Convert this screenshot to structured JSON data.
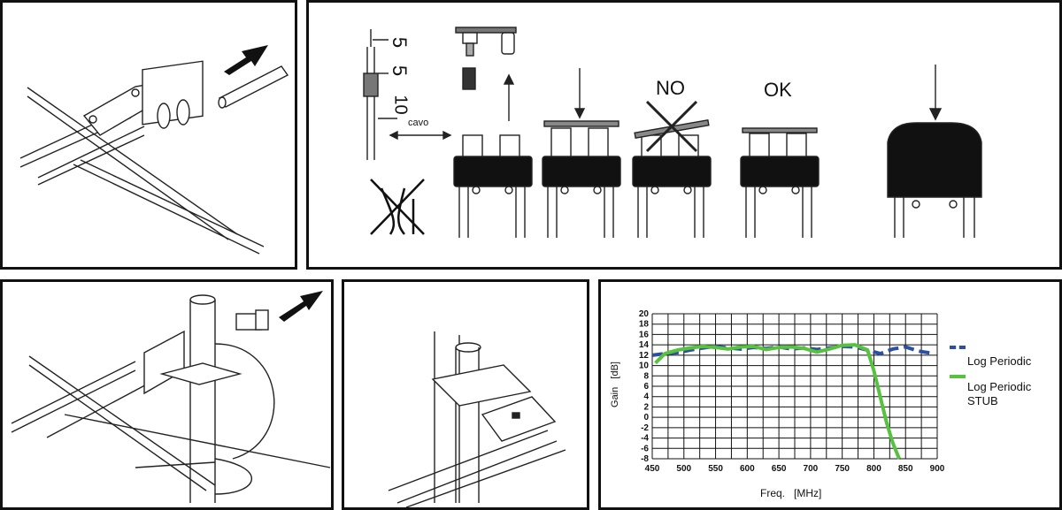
{
  "panel_assembly": {
    "dims": [
      "5",
      "5",
      "10"
    ],
    "cable_label": "cavo",
    "no_label": "NO",
    "ok_label": "OK"
  },
  "chart_data": {
    "type": "line",
    "xlabel": "Freq.   [MHz]",
    "ylabel": "Gain   [dB]",
    "xlim": [
      450,
      900
    ],
    "ylim": [
      -8,
      20
    ],
    "xticks": [
      450,
      500,
      550,
      600,
      650,
      700,
      750,
      800,
      850,
      900
    ],
    "yticks": [
      -8,
      -6,
      -4,
      -2,
      0,
      2,
      4,
      6,
      8,
      10,
      12,
      14,
      16,
      18,
      20
    ],
    "grid": true,
    "legend_position": "right",
    "series": [
      {
        "name": "Log Periodic",
        "color": "#2d4fa0",
        "style": "dashed",
        "x": [
          450,
          470,
          490,
          510,
          530,
          550,
          570,
          590,
          610,
          630,
          650,
          670,
          690,
          710,
          730,
          750,
          770,
          790,
          810,
          830,
          850,
          870,
          890
        ],
        "y": [
          12,
          12.3,
          12.5,
          13,
          13.4,
          13.7,
          13.4,
          13.2,
          13.5,
          13.3,
          13.6,
          13.2,
          13.4,
          13.1,
          13.4,
          13.7,
          13.6,
          13,
          12.3,
          13.2,
          13.6,
          12.8,
          12.4
        ]
      },
      {
        "name": "Log Periodic STUB",
        "color": "#56c23e",
        "style": "solid",
        "x": [
          455,
          470,
          490,
          510,
          530,
          550,
          570,
          590,
          610,
          630,
          650,
          670,
          690,
          710,
          730,
          750,
          770,
          790,
          800,
          810,
          820,
          830,
          840
        ],
        "y": [
          10.5,
          12.3,
          13,
          13.4,
          13.7,
          13.5,
          13.2,
          13.6,
          13.7,
          13.1,
          13.5,
          13.6,
          13.3,
          12.6,
          13.2,
          13.9,
          14,
          13,
          9,
          4,
          -1,
          -5,
          -8
        ]
      }
    ]
  }
}
